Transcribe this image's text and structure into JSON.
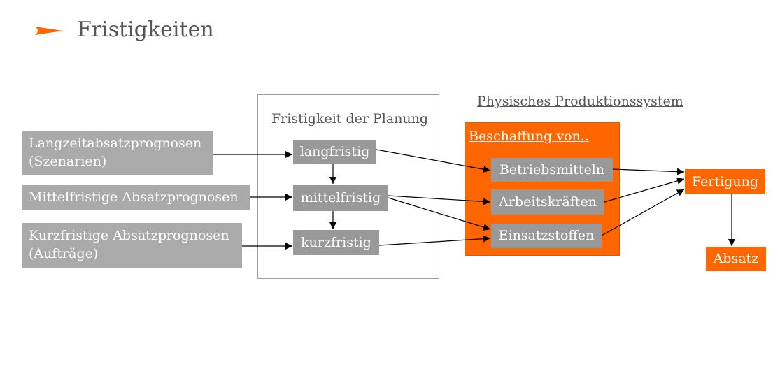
{
  "slide": {
    "title": "Fristigkeiten",
    "bullet_icon": "orange-arrowhead-icon"
  },
  "planning": {
    "heading": "Fristigkeit der Planung",
    "levels": [
      "langfristig",
      "mittelfristig",
      "kurzfristig"
    ]
  },
  "forecasts": [
    {
      "line1": "Langzeitabsatzprognosen",
      "line2": "(Szenarien)"
    },
    {
      "line1": "Mittelfristige Absatzprognosen",
      "line2": ""
    },
    {
      "line1": "Kurzfristige Absatzprognosen",
      "line2": "(Aufträge)"
    }
  ],
  "production": {
    "heading": "Physisches Produktionssystem",
    "procurement_heading": "Beschaffung von..",
    "items": [
      "Betriebsmitteln",
      "Arbeitskräften",
      "Einsatzstoffen"
    ],
    "manufacturing": "Fertigung",
    "sales": "Absatz"
  },
  "colors": {
    "accent": "#ff6600",
    "box_gray": "#aaaaaa",
    "box_gray_dark": "#999999",
    "text_gray": "#555555"
  }
}
